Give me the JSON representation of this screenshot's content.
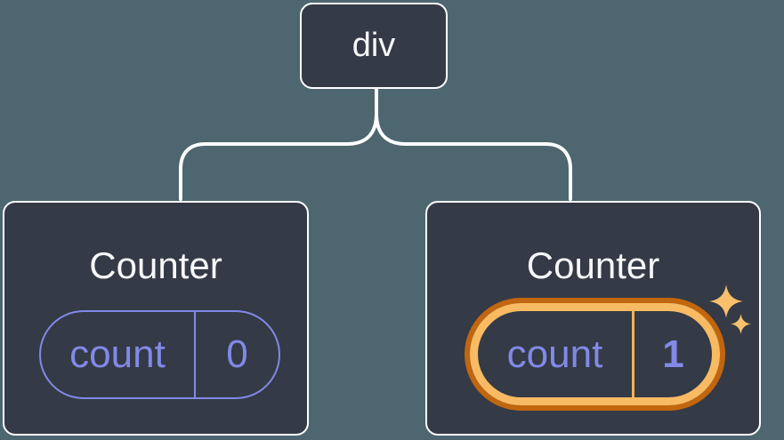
{
  "diagram": {
    "root_node": {
      "label": "div"
    },
    "children": [
      {
        "title": "Counter",
        "state": {
          "key": "count",
          "value": "0"
        },
        "highlighted": false
      },
      {
        "title": "Counter",
        "state": {
          "key": "count",
          "value": "1"
        },
        "highlighted": true
      }
    ]
  },
  "icons": [
    {
      "name": "sparkles-icon",
      "meaning": "state updated / new state highlight"
    }
  ],
  "colors": {
    "background": "#4D6670",
    "node_fill": "#343A46",
    "node_border": "#FFFFFF",
    "connector": "#FFFFFF",
    "text": "#F6F7F9",
    "state_accent_purple": "#8289E8",
    "highlight_ring_outer": "#C1660F",
    "highlight_ring_inner": "#F8BB63",
    "highlight_divider": "#F2B157",
    "sparkle": "#F9C06C"
  }
}
